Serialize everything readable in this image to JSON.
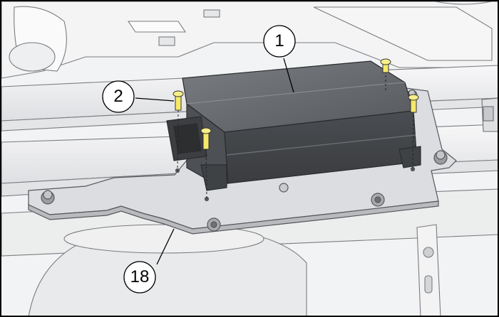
{
  "callouts": [
    {
      "id": "1",
      "label": "1"
    },
    {
      "id": "2",
      "label": "2"
    },
    {
      "id": "18",
      "label": "18"
    }
  ],
  "colors": {
    "frame_border": "#000000",
    "background": "#f2f3f4",
    "module_dark": "#5e6165",
    "bracket_plate": "#dcdde0",
    "screw_accent": "#f5e96a"
  }
}
